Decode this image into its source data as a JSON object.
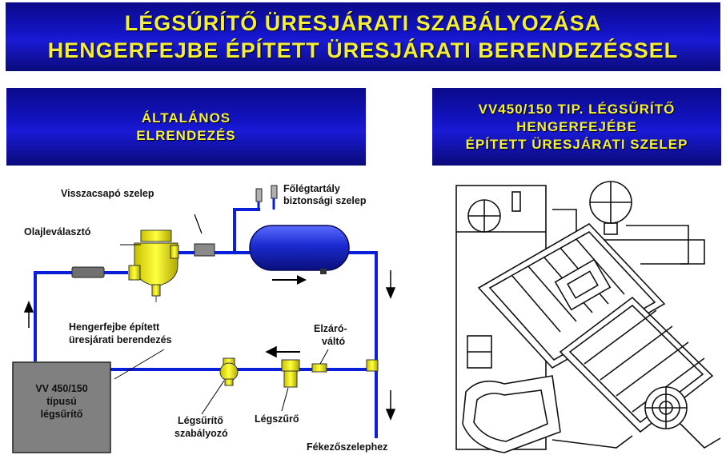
{
  "title": {
    "line1": "LÉGSŰRÍTŐ ÜRESJÁRATI SZABÁLYOZÁSA",
    "line2": "HENGERFEJBE ÉPÍTETT ÜRESJÁRATI BERENDEZÉSSEL"
  },
  "left_panel": {
    "line1": "ÁLTALÁNOS",
    "line2": "ELRENDEZÉS"
  },
  "right_panel": {
    "line1": "VV450/150 TIP. LÉGSŰRÍTŐ",
    "line2": "HENGERFEJÉBE",
    "line3": "ÉPÍTETT ÜRESJÁRATI SZELEP"
  },
  "diagram": {
    "visszacsapo": "Visszacsapó szelep",
    "foleg_1": "Főlégtartály",
    "foleg_2": "biztonsági szelep",
    "olaj": "Olajleválasztó",
    "henger_1": "Hengerfejbe épített",
    "henger_2": "üresjárati berendezés",
    "elzaro_1": "Elzáró-",
    "elzaro_2": "váltó",
    "komp_1": "VV 450/150",
    "komp_2": "típusú",
    "komp_3": "légsűrítő",
    "szabalyozo_1": "Légsűrítő",
    "szabalyozo_2": "szabályozó",
    "szuro": "Légszűrő",
    "fekezo": "Fékezőszelephez"
  }
}
